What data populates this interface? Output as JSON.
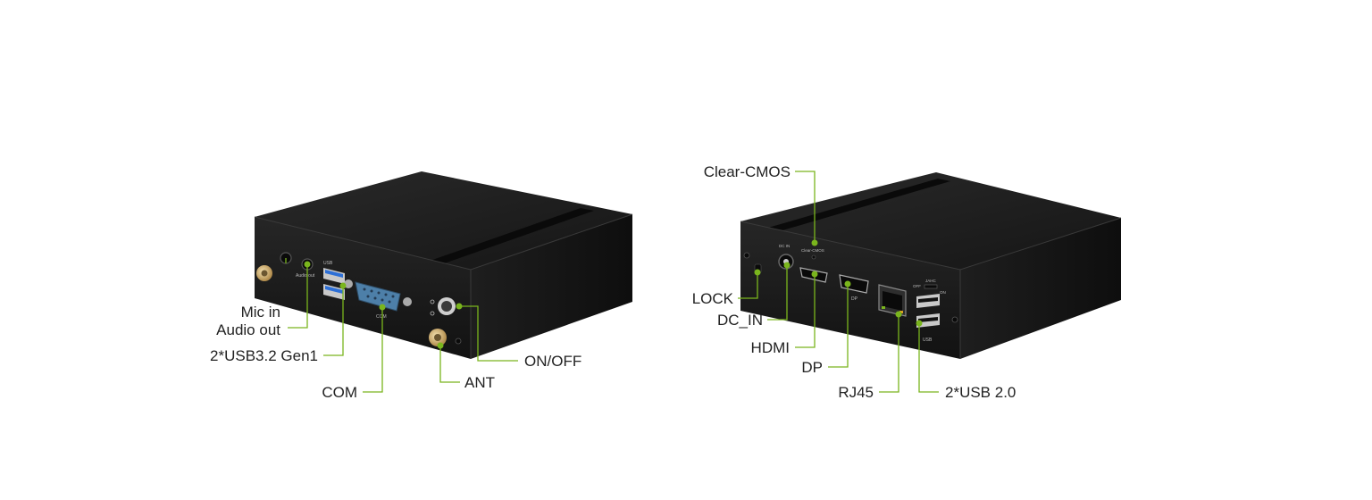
{
  "accent_color": "#7ab51d",
  "device_color": "#1c1c1c",
  "front_view": {
    "labels": {
      "mic_in": "Mic in",
      "audio_out": "Audio out",
      "usb32": "2*USB3.2 Gen1",
      "com": "COM",
      "ant": "ANT",
      "on_off": "ON/OFF"
    },
    "panel_text": {
      "usb": "USB",
      "com": "COM",
      "audio": "Audio out"
    }
  },
  "rear_view": {
    "labels": {
      "clear_cmos": "Clear-CMOS",
      "lock": "LOCK",
      "dc_in": "DC_IN",
      "hdmi": "HDMI",
      "dp": "DP",
      "rj45": "RJ45",
      "usb20": "2*USB 2.0"
    },
    "panel_text": {
      "clear_cmos": "Clear-CMOS",
      "dp": "DP",
      "usb": "USB",
      "off": "OFF",
      "on": "ON",
      "jahc": "JAHC",
      "dcin": "DC IN"
    }
  }
}
